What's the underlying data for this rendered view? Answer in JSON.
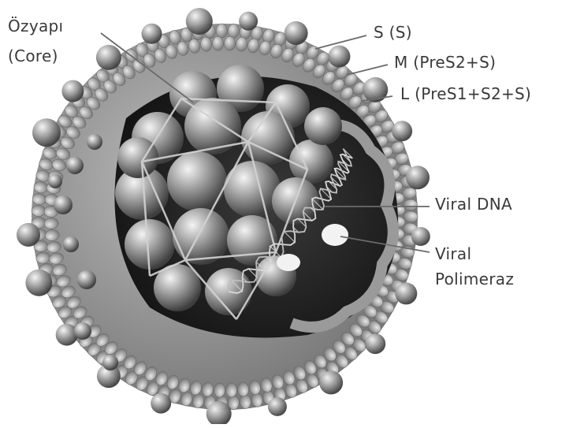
{
  "labels": {
    "core_line1": "Özyapı",
    "core_line2": "(Core)",
    "s": "S (S)",
    "m": "M (PreS2+S)",
    "l": "L (PreS1+S2+S)",
    "viral_dna": "Viral DNA",
    "polymerase_line1": "Viral",
    "polymerase_line2": "Polimeraz"
  },
  "colors": {
    "envelope": "#9c9c9c",
    "capsid": "#8a8a8a",
    "interior": "#1e1e1e",
    "leader_lines": "#6a6a6a",
    "text": "#3a3a3a"
  }
}
